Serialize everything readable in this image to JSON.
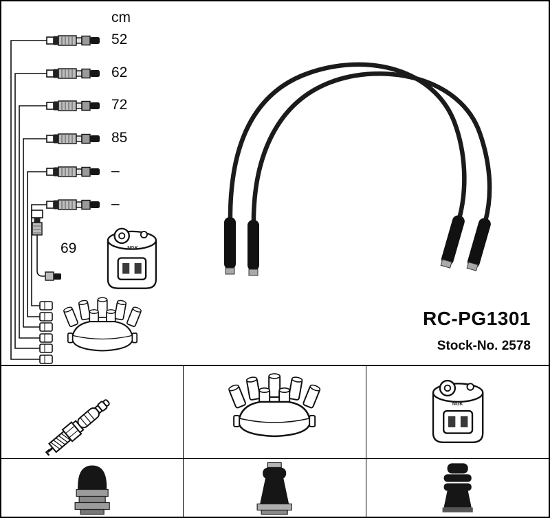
{
  "measure": {
    "unit": "cm",
    "lengths": [
      "52",
      "62",
      "72",
      "85",
      "–",
      "–"
    ],
    "coil_wire": "69"
  },
  "product": {
    "code": "RC-PG1301",
    "stock": "Stock-No. 2578"
  },
  "brand": {
    "coil_label": "NGK"
  },
  "legend": {
    "items": [
      {
        "icon": "spark-plug-icon"
      },
      {
        "icon": "distributor-cap-icon"
      },
      {
        "icon": "ignition-coil-icon"
      },
      {
        "icon": "straight-plug-boot-icon"
      },
      {
        "icon": "tapered-plug-boot-icon"
      },
      {
        "icon": "ribbed-plug-boot-icon"
      }
    ]
  },
  "colors": {
    "line": "#111111",
    "cable": "#1b1b1b",
    "background": "#ffffff"
  }
}
